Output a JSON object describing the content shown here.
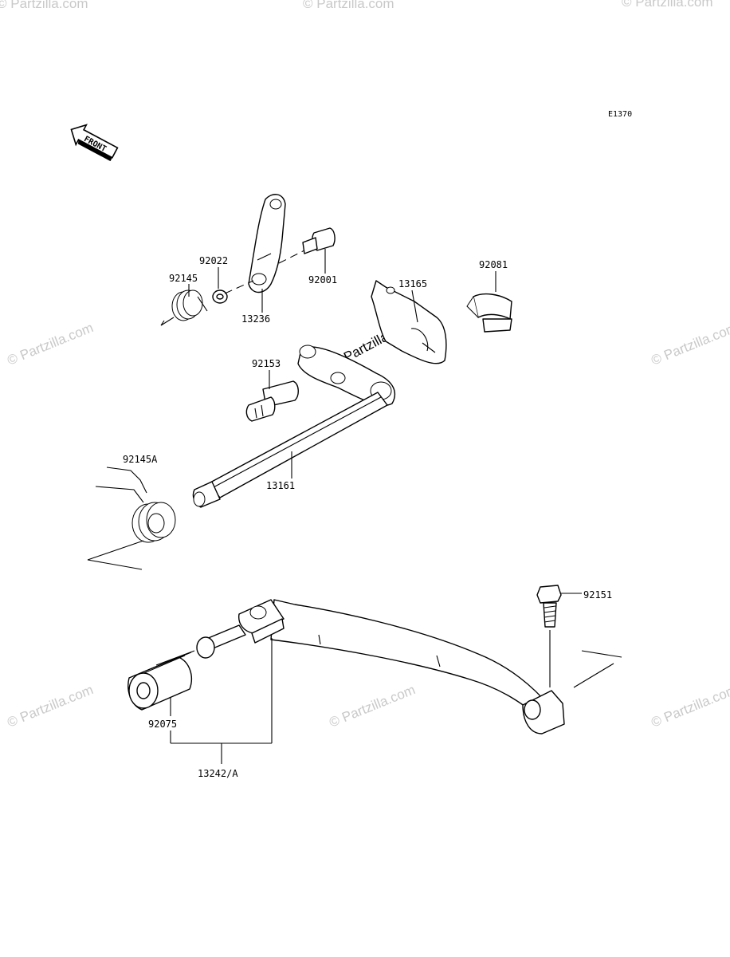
{
  "diagram_code": "E1370",
  "front_arrow": {
    "text": "FRONT",
    "icon": "front-arrow-icon"
  },
  "watermark": {
    "text": "© Partzilla.com"
  },
  "parts": {
    "p92145": "92145",
    "p92022": "92022",
    "p92001": "92001",
    "p13236": "13236",
    "p13165": "13165",
    "p92081": "92081",
    "p92153": "92153",
    "p92145A": "92145A",
    "p13161": "13161",
    "p92151": "92151",
    "p92075": "92075",
    "p13242A": "13242/A"
  }
}
